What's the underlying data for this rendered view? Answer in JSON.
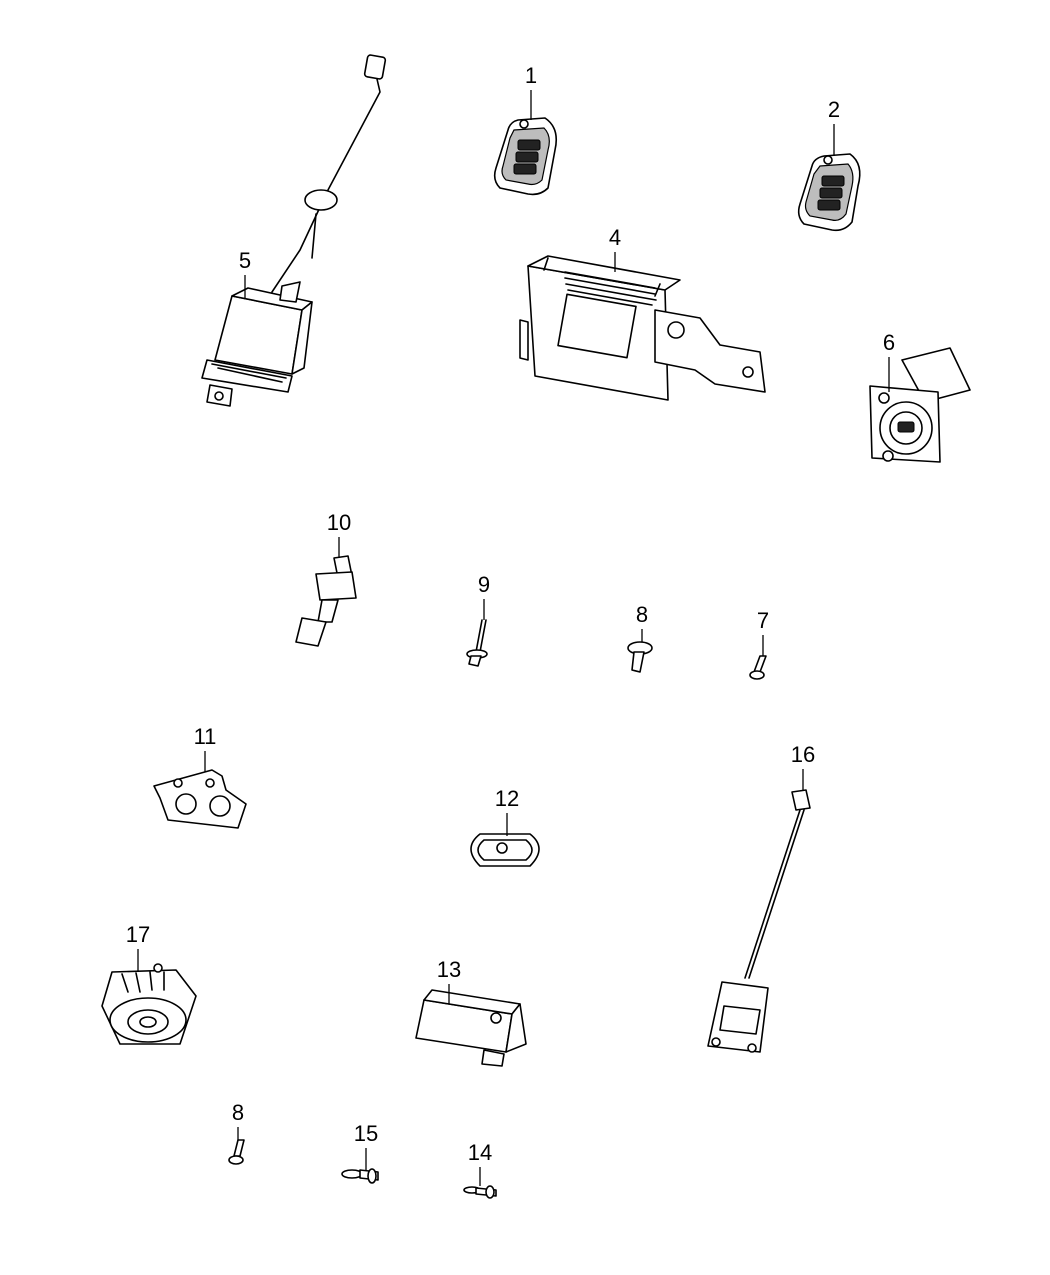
{
  "callouts": {
    "c1": "1",
    "c2": "2",
    "c4": "4",
    "c5": "5",
    "c6": "6",
    "c7": "7",
    "c8a": "8",
    "c8b": "8",
    "c9": "9",
    "c10": "10",
    "c11": "11",
    "c12": "12",
    "c13": "13",
    "c14": "14",
    "c15": "15",
    "c16": "16",
    "c17": "17"
  }
}
